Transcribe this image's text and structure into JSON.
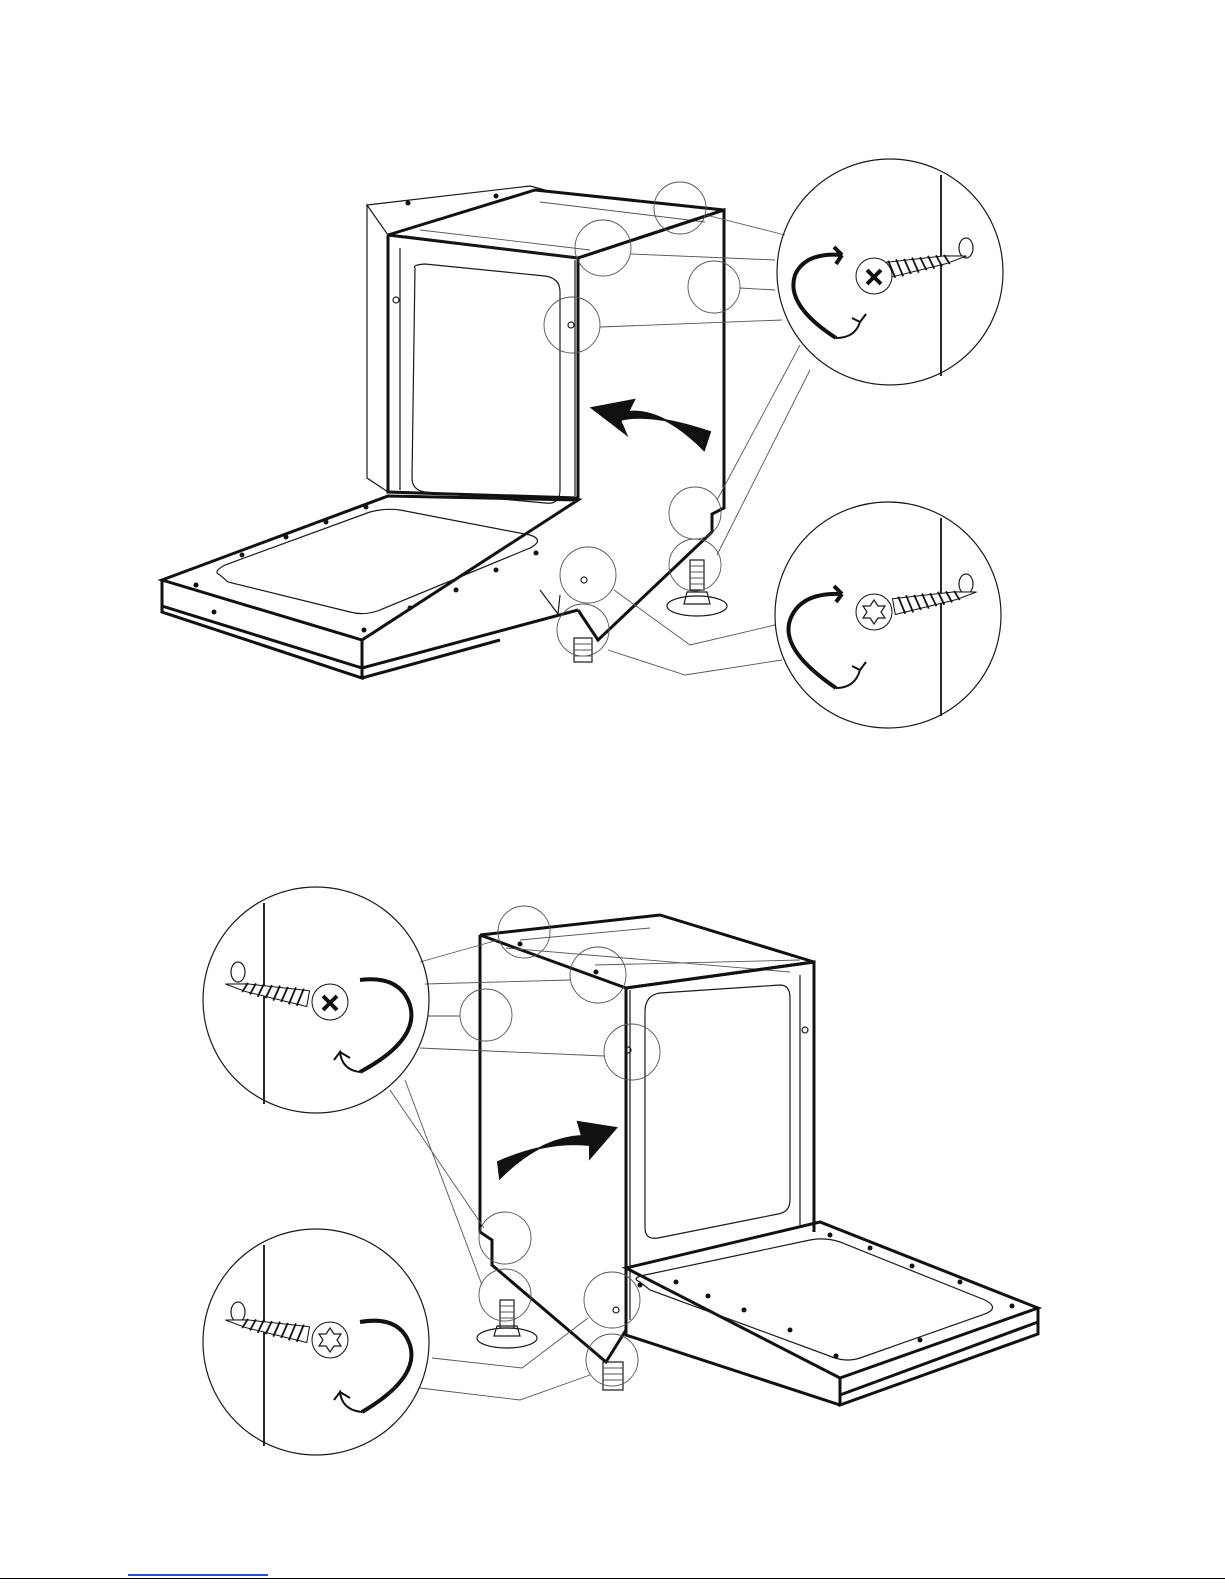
{
  "figures": [
    {
      "id": "step-top",
      "insets": [
        {
          "id": "detail-cross-screw",
          "screw_head": "cross-head-screw-icon",
          "rotation": "clockwise-arrow-icon"
        },
        {
          "id": "detail-torx-screw",
          "screw_head": "torx-screw-icon",
          "rotation": "clockwise-arrow-icon"
        }
      ],
      "motion": "rotate-left-arrow-icon"
    },
    {
      "id": "step-bottom",
      "insets": [
        {
          "id": "detail-cross-screw",
          "screw_head": "cross-head-screw-icon",
          "rotation": "counter-clockwise-arrow-icon"
        },
        {
          "id": "detail-torx-screw",
          "screw_head": "torx-screw-icon",
          "rotation": "counter-clockwise-arrow-icon"
        }
      ],
      "motion": "rotate-right-arrow-icon"
    }
  ],
  "colors": {
    "line": "#111111",
    "background": "#ffffff",
    "footer_link": "#2a4fd6"
  }
}
